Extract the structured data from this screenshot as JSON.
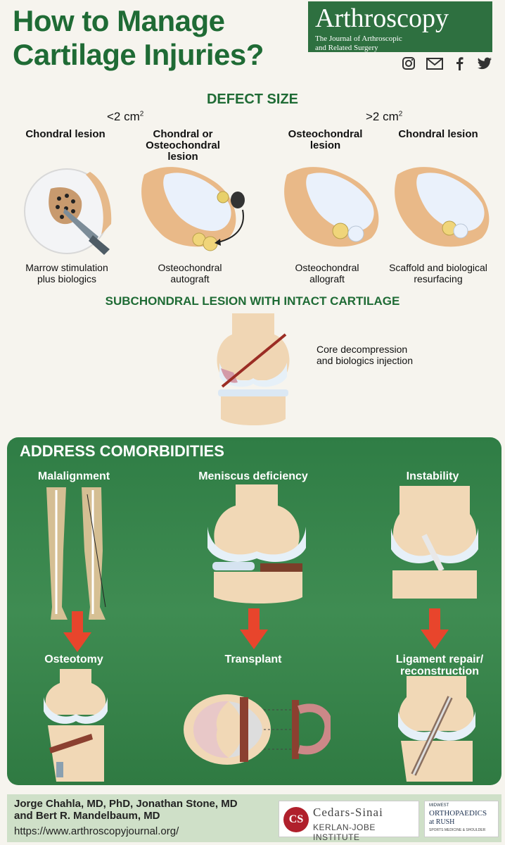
{
  "header": {
    "title_line1": "How to Manage",
    "title_line2": "Cartilage Injuries?",
    "journal_name": "Arthroscopy",
    "journal_subtitle_line1": "The Journal of Arthroscopic",
    "journal_subtitle_line2": "and Related Surgery",
    "social": [
      "instagram-icon",
      "mail-icon",
      "facebook-icon",
      "twitter-icon"
    ]
  },
  "defect": {
    "heading": "DEFECT SIZE",
    "small_size": "<2 cm",
    "large_size": ">2 cm",
    "size_sup": "2",
    "columns": [
      {
        "head": [
          "Chondral lesion"
        ],
        "caption": [
          "Marrow stimulation",
          "plus biologics"
        ]
      },
      {
        "head": [
          "Chondral or",
          "Osteochondral",
          "lesion"
        ],
        "caption": [
          "Osteochondral",
          "autograft"
        ]
      },
      {
        "head": [
          "Osteochondral",
          "lesion"
        ],
        "caption": [
          "Osteochondral",
          "allograft"
        ]
      },
      {
        "head": [
          "Chondral lesion"
        ],
        "caption": [
          "Scaffold and biological",
          "resurfacing"
        ]
      }
    ]
  },
  "subchondral": {
    "heading": "SUBCHONDRAL LESION WITH INTACT CARTILAGE",
    "caption_line1": "Core decompression",
    "caption_line2": "and biologics injection"
  },
  "comorbidities": {
    "heading": "ADDRESS COMORBIDITIES",
    "items": [
      {
        "problem": [
          "Malalignment"
        ],
        "treatment": [
          "Osteotomy"
        ]
      },
      {
        "problem": [
          "Meniscus deficiency"
        ],
        "treatment": [
          "Transplant"
        ]
      },
      {
        "problem": [
          "Instability"
        ],
        "treatment": [
          "Ligament repair/",
          "reconstruction"
        ]
      }
    ]
  },
  "footer": {
    "authors_line1": "Jorge Chahla, MD, PhD, Jonathan Stone, MD",
    "authors_line2": "and Bert R. Mandelbaum, MD",
    "url": "https://www.arthroscopyjournal.org/",
    "cedars_line1": "Cedars-Sinai",
    "cedars_line2": "KERLAN-JOBE INSTITUTE",
    "cedars_monogram": "CS",
    "rush_line1": "MIDWEST",
    "rush_line2": "ORTHOPAEDICS",
    "rush_line3": "at RUSH",
    "rush_line4": "SPORTS MEDICINE & SHOULDER"
  },
  "colors": {
    "brand_green": "#1f6b35",
    "panel_green": "#3a8a4e",
    "arrow_red": "#e8452c"
  }
}
